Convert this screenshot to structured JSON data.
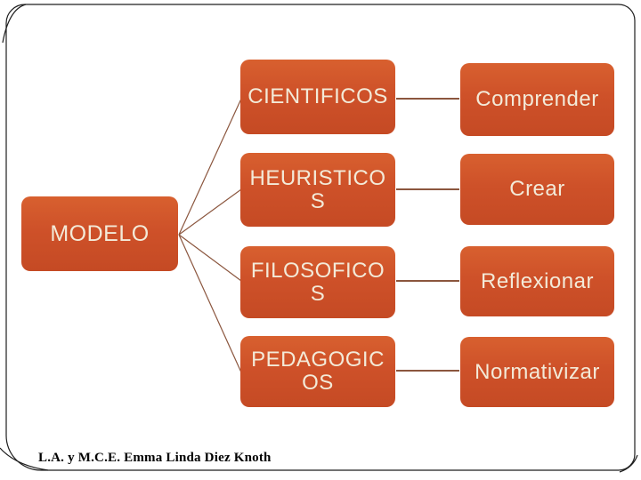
{
  "diagram": {
    "root": {
      "label": "MODELO"
    },
    "rows": [
      {
        "model": "CIENTIFICOS",
        "action": "Comprender"
      },
      {
        "model": "HEURISTICO\nS",
        "action": "Crear"
      },
      {
        "model": "FILOSOFICO\nS",
        "action": "Reflexionar"
      },
      {
        "model": "PEDAGOGIC\nOS",
        "action": "Normativizar"
      }
    ]
  },
  "footer": {
    "credit": "L.A. y M.C.E. Emma Linda Diez Knoth"
  },
  "theme": {
    "box_fill": "#ce5129",
    "box_fill_light": "#d8602f",
    "box_fill_dark": "#c54a24",
    "box_text": "#f3ead8",
    "connector": "#8b563e",
    "frame": "#1f1f1f",
    "footer_text": "#000000",
    "background": "#ffffff"
  }
}
